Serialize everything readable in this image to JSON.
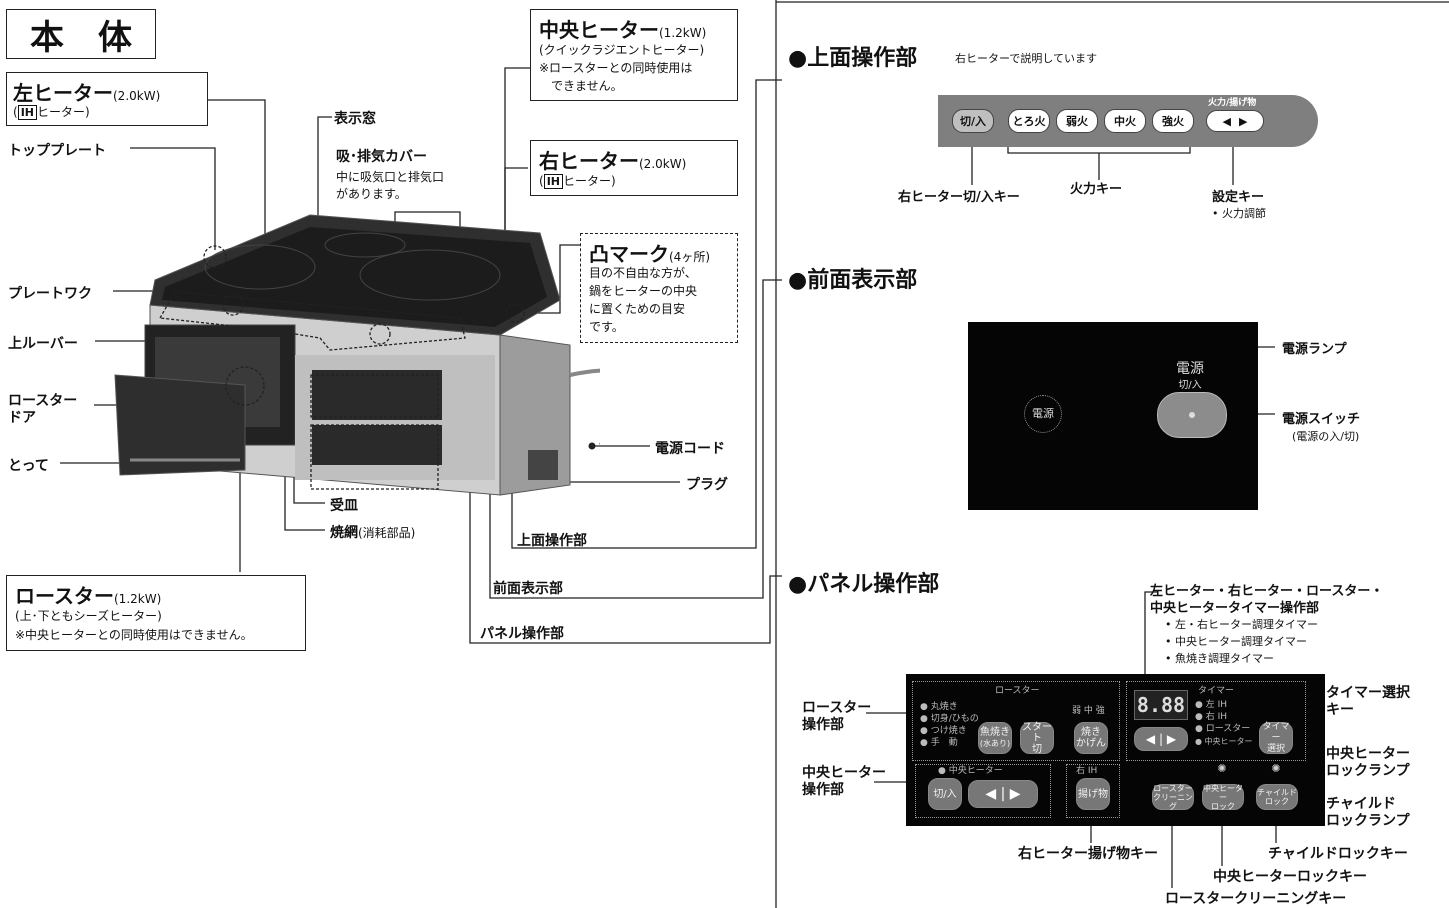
{
  "main": {
    "title": "本　体",
    "left_heater": {
      "name": "左ヒーター",
      "power": "(2.0kW)",
      "type_prefix": "(",
      "ih": "IH",
      "type_suffix": "ヒーター)"
    },
    "center_heater": {
      "name": "中央ヒーター",
      "power": "(1.2kW)",
      "sub": "(クイックラジエントヒーター)",
      "note1": "※ロースターとの同時使用は",
      "note2": "できません。"
    },
    "right_heater": {
      "name": "右ヒーター",
      "power": "(2.0kW)",
      "type_prefix": "(",
      "ih": "IH",
      "type_suffix": "ヒーター)"
    },
    "convex_mark": {
      "name": "凸マーク",
      "count": "(4ヶ所)",
      "d1": "目の不自由な方が、",
      "d2": "鍋をヒーターの中央",
      "d3": "に置くための目安",
      "d4": "です。"
    },
    "roaster": {
      "name": "ロースター",
      "power": "(1.2kW)",
      "sub": "(上･下ともシーズヒーター)",
      "note": "※中央ヒーターとの同時使用はできません。"
    },
    "labels": {
      "display_window": "表示窓",
      "vent_cover": "吸･排気カバー",
      "vent_desc1": "中に吸気口と排気口",
      "vent_desc2": "があります。",
      "top_plate": "トッププレート",
      "plate_work": "プレートワク",
      "upper_louver": "上ルーバー",
      "roaster_door1": "ロースター",
      "roaster_door2": "ドア",
      "handle": "とって",
      "power_cord": "電源コード",
      "plug": "プラグ",
      "tray": "受皿",
      "grill_net": "焼網",
      "grill_net_note": "(消耗部品)",
      "top_ops": "上面操作部",
      "front_display": "前面表示部",
      "panel_ops": "パネル操作部"
    }
  },
  "top_section": {
    "title": "●上面操作部",
    "note": "右ヒーターで説明しています",
    "buttons": [
      "切/入",
      "とろ火",
      "弱火",
      "中火",
      "強火"
    ],
    "setting_label": "火力/揚げ物",
    "arrow_left": "◀",
    "arrow_right": "▶",
    "label_switch": "右ヒーター切/入キー",
    "label_power": "火力キー",
    "label_setting": "設定キー",
    "label_setting_sub": "• 火力調節"
  },
  "front_section": {
    "title": "●前面表示部",
    "lamp_text": "電源",
    "switch_title": "電源",
    "switch_sub": "切/入",
    "label_lamp": "電源ランプ",
    "label_switch": "電源スイッチ",
    "label_switch_sub": "(電源の入/切)"
  },
  "panel_section": {
    "title": "●パネル操作部",
    "timer_label1": "左ヒーター・右ヒーター・ロースター・",
    "timer_label2": "中央ヒータータイマー操作部",
    "timer_items": [
      "• 左・右ヒーター調理タイマー",
      "• 中央ヒーター調理タイマー",
      "• 魚焼き調理タイマー"
    ],
    "roaster_ops1": "ロースター",
    "roaster_ops2": "操作部",
    "center_ops1": "中央ヒーター",
    "center_ops2": "操作部",
    "timer_select1": "タイマー選択",
    "timer_select2": "キー",
    "center_lock_lamp1": "中央ヒーター",
    "center_lock_lamp2": "ロックランプ",
    "child_lock_lamp1": "チャイルド",
    "child_lock_lamp2": "ロックランプ",
    "child_lock_key": "チャイルドロックキー",
    "right_fry_key": "右ヒーター揚げ物キー",
    "center_lock_key": "中央ヒーターロックキー",
    "roaster_clean_key": "ロースタークリーニングキー",
    "panel": {
      "roaster_head": "ロースター",
      "modes": [
        "● 丸焼き",
        "● 切身/ひもの",
        "● つけ焼き",
        "● 手　動"
      ],
      "fish_btn1": "魚焼き",
      "fish_btn2": "(水あり)",
      "start_btn1": "スタート",
      "start_btn2": "切",
      "level_text": "弱 中 強",
      "brown_btn1": "焼き",
      "brown_btn2": "かげん",
      "digits": "8.88",
      "timer_head": "タイマー",
      "timer_opts": [
        "● 左 IH",
        "● 右 IH",
        "● ロースター",
        "● 中央ヒーター"
      ],
      "timer_sel1": "タイマー",
      "timer_sel2": "選択",
      "center_head": "● 中央ヒーター",
      "center_btn": "切/入",
      "right_ih": "右 IH",
      "fry_btn": "揚げ物",
      "clean_btn1": "ロースター",
      "clean_btn2": "クリーニング",
      "clock_btn1": "中央ヒーター",
      "clock_btn2": "ロック",
      "child_btn1": "チャイルド",
      "child_btn2": "ロック"
    }
  }
}
